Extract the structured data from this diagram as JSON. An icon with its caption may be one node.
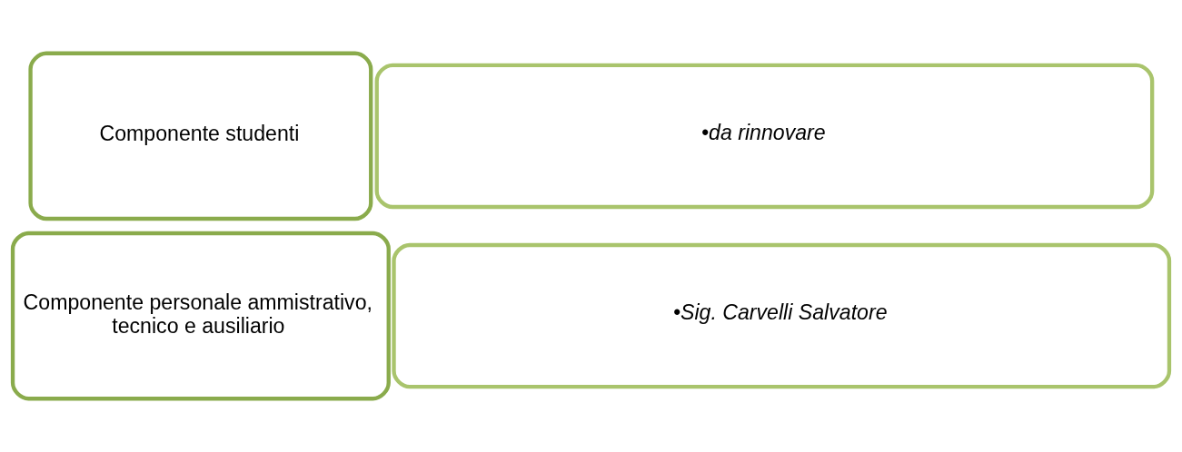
{
  "diagram": {
    "nodes": [
      {
        "text": [
          "Componente studenti"
        ]
      },
      {
        "text": [
          "•da rinnovare"
        ]
      },
      {
        "text": [
          "Componente personale ammistrativo, tecnico e ausiliario"
        ]
      },
      {
        "text": [
          "•Sig. Carvelli Salvatore"
        ]
      }
    ],
    "edges": []
  }
}
